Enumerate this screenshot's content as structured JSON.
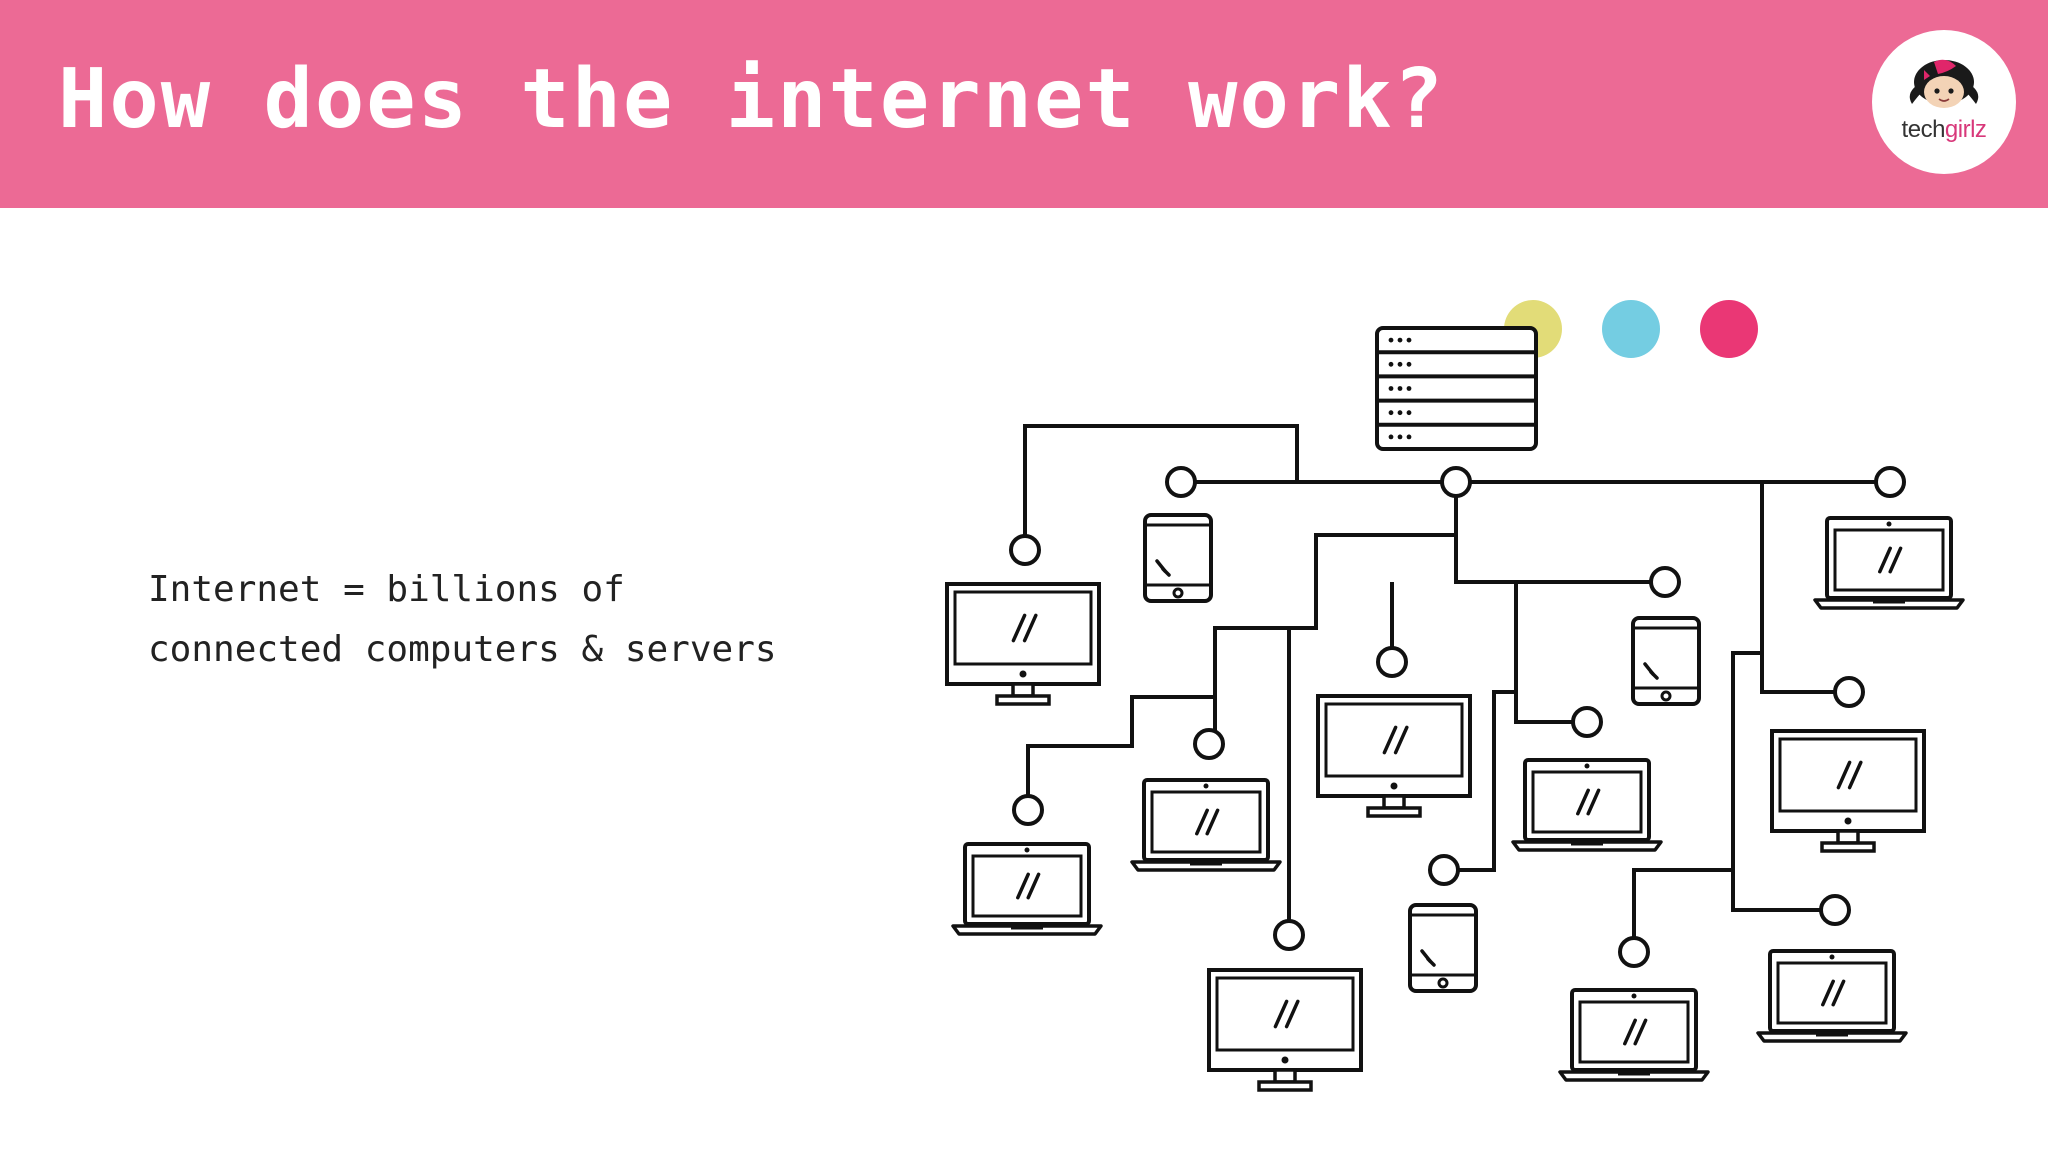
{
  "slide": {
    "title": "How does the internet work?",
    "body_lines": [
      "Internet = billions of",
      "connected computers & servers"
    ]
  },
  "logo": {
    "text_main": "tech",
    "text_accent": "girlz",
    "icon": "girl-mascot-icon"
  },
  "colors": {
    "header": "#ec6a95",
    "dot_yellow": "#e2dc78",
    "dot_blue": "#74cde2",
    "dot_pink": "#ea3775",
    "line": "#111111"
  },
  "diagram": {
    "server_icon": "server-rack-icon",
    "devices": [
      {
        "type": "desktop",
        "name": "desktop-left"
      },
      {
        "type": "tablet",
        "name": "tablet-top"
      },
      {
        "type": "laptop",
        "name": "laptop-top-right"
      },
      {
        "type": "laptop",
        "name": "laptop-left"
      },
      {
        "type": "laptop",
        "name": "laptop-center-left"
      },
      {
        "type": "desktop",
        "name": "desktop-center"
      },
      {
        "type": "tablet",
        "name": "tablet-center"
      },
      {
        "type": "laptop",
        "name": "laptop-center"
      },
      {
        "type": "desktop",
        "name": "desktop-right"
      },
      {
        "type": "desktop",
        "name": "desktop-bottom"
      },
      {
        "type": "tablet",
        "name": "tablet-bottom"
      },
      {
        "type": "laptop",
        "name": "laptop-bottom-center"
      },
      {
        "type": "laptop",
        "name": "laptop-bottom-right"
      }
    ]
  }
}
